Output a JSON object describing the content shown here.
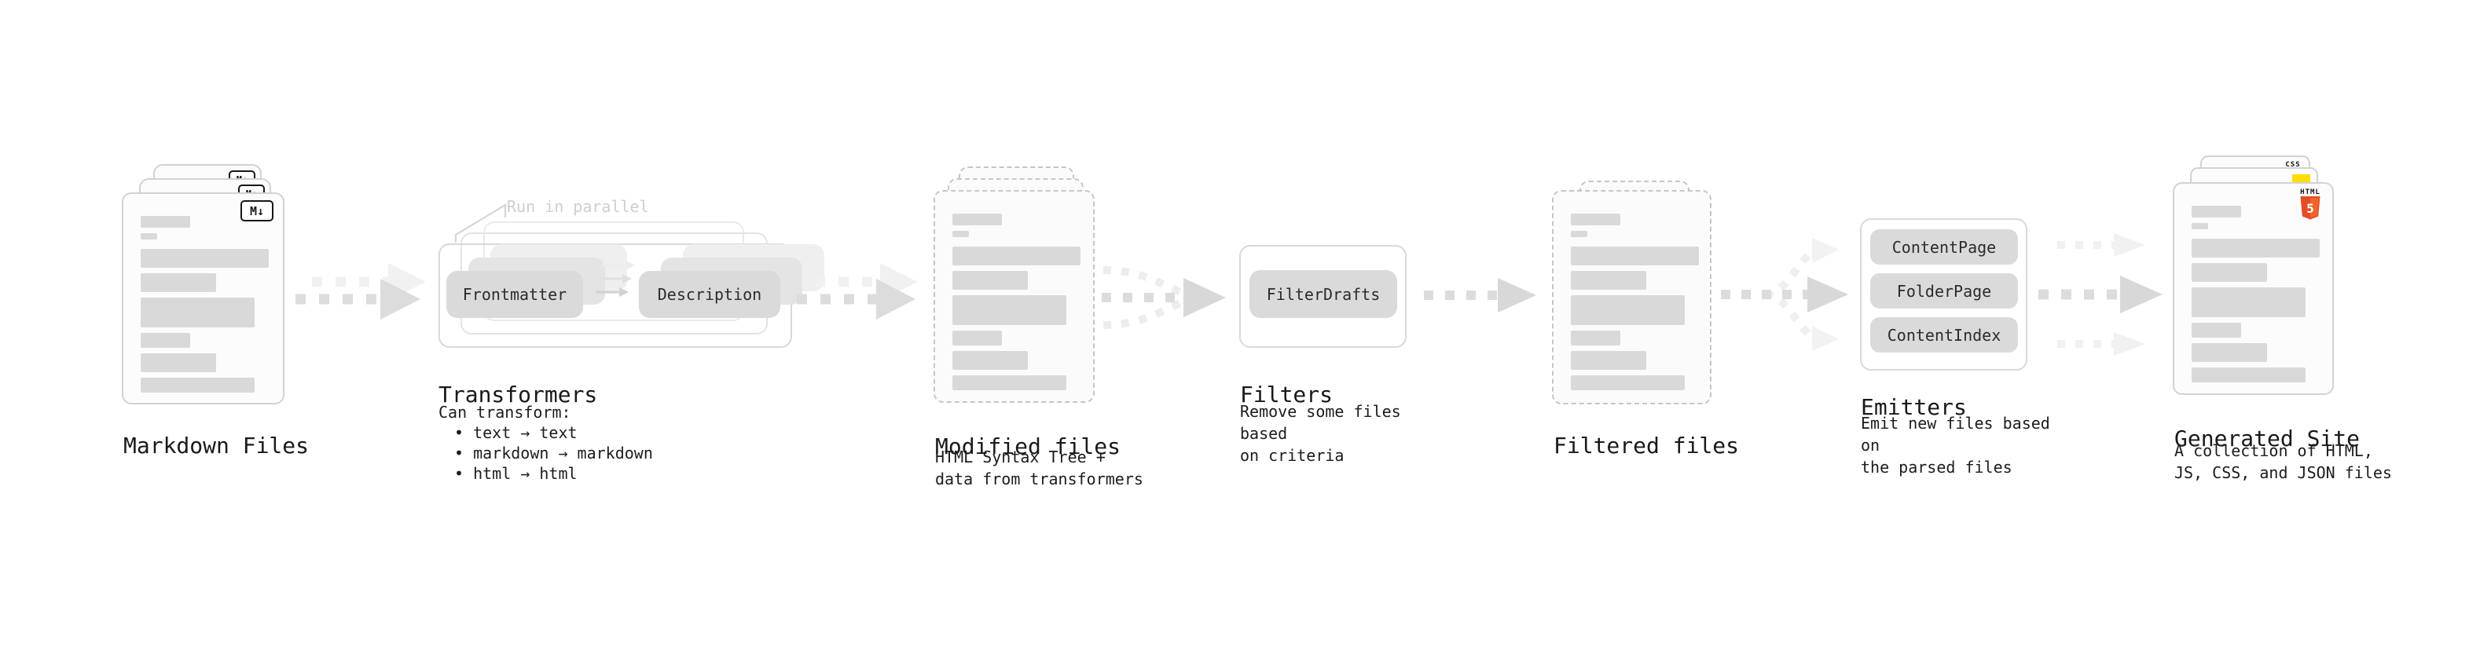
{
  "colors": {
    "accent_html_orange": "#e44d26",
    "accent_html_orange_light": "#f16529",
    "accent_js_yellow": "#ffdd00",
    "accent_css_blue": "#2962f1",
    "text_dark": "#191919",
    "pill_gray": "#dadada",
    "bar_gray": "#d9d9d9",
    "border_gray": "#d2d2d2",
    "faint_gray": "#cfcfcf"
  },
  "markdown": {
    "title": "Markdown Files",
    "badge": "M↓"
  },
  "transformers": {
    "title": "Transformers",
    "note": "Run in parallel",
    "pill_left": "Frontmatter",
    "pill_right": "Description",
    "caption_heading": "Can transform:",
    "bullets": [
      "• text → text",
      "• markdown → markdown",
      "• html → html"
    ]
  },
  "modified": {
    "title": "Modified files",
    "caption": "HTML Syntax Tree +\ndata from transformers"
  },
  "filters": {
    "title": "Filters",
    "pill": "FilterDrafts",
    "caption": "Remove some files based\non criteria"
  },
  "filtered": {
    "title": "Filtered files"
  },
  "emitters": {
    "title": "Emitters",
    "pills": [
      "ContentPage",
      "FolderPage",
      "ContentIndex"
    ],
    "caption": "Emit new files based on\nthe parsed files"
  },
  "generated": {
    "title": "Generated Site",
    "caption": "A collection of HTML,\nJS, CSS, and JSON files",
    "html_badge_label": "HTML",
    "html_badge_number": "5",
    "css_badge_label": "CSS"
  }
}
